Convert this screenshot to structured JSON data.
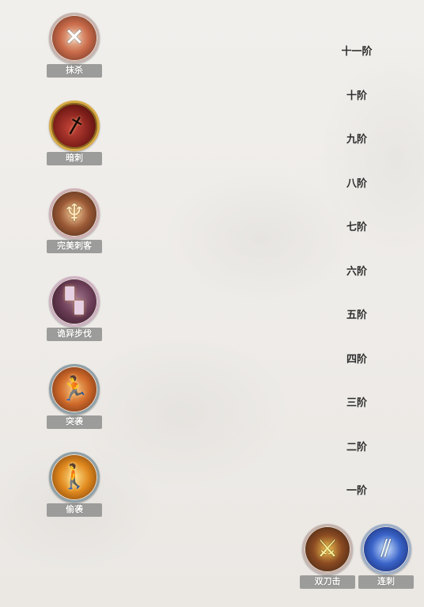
{
  "skills": [
    {
      "name": "抹杀",
      "icon": "crossed-blades-icon"
    },
    {
      "name": "暗刺",
      "icon": "dagger-cloak-icon"
    },
    {
      "name": "完美刺客",
      "icon": "trident-emblem-icon"
    },
    {
      "name": "诡异步伐",
      "icon": "boots-icon"
    },
    {
      "name": "突袭",
      "icon": "leaping-figure-icon"
    },
    {
      "name": "偷袭",
      "icon": "sneaking-figure-icon"
    }
  ],
  "tiers": [
    "十一阶",
    "十阶",
    "九阶",
    "八阶",
    "七阶",
    "六阶",
    "五阶",
    "四阶",
    "三阶",
    "二阶",
    "一阶"
  ],
  "bottom_skills": [
    {
      "name": "双刀击",
      "icon": "dual-swords-icon"
    },
    {
      "name": "连刺",
      "icon": "blue-slash-icon"
    }
  ],
  "colors": {
    "label_bg": "#9c9c9a",
    "tier_text": "#2e2e2e",
    "page_bg": "#efedea"
  }
}
